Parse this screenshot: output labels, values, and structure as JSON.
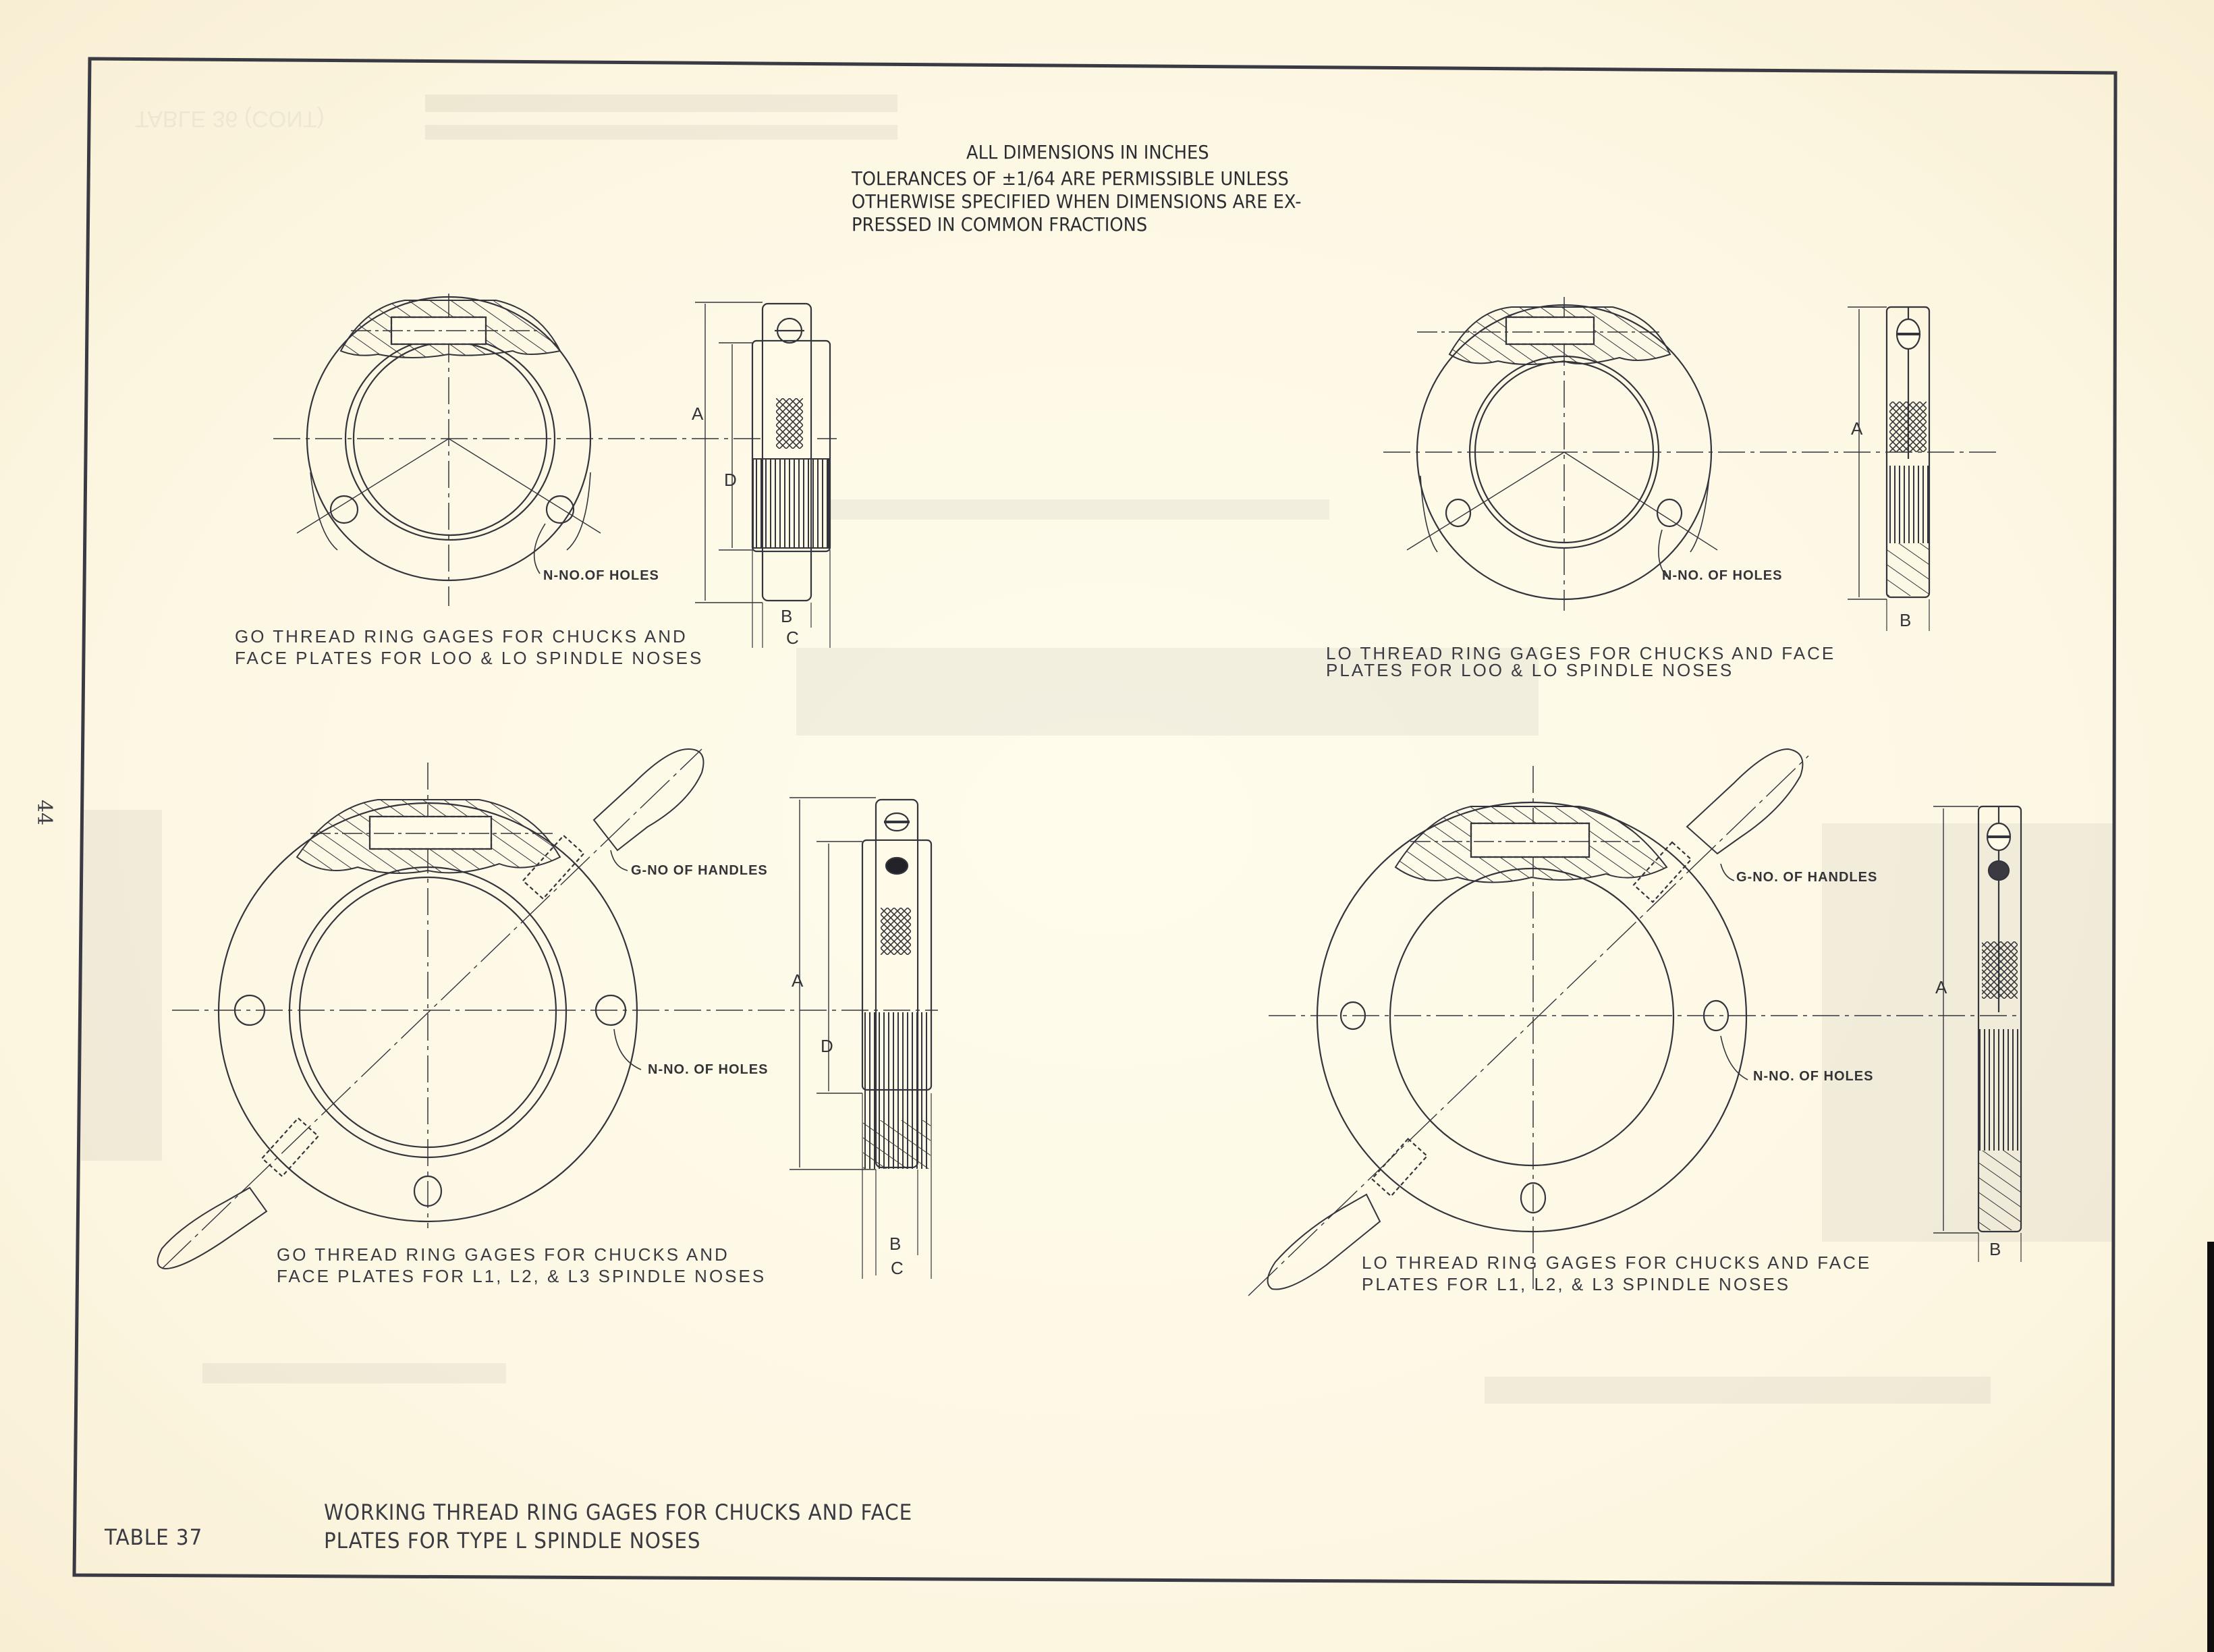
{
  "page": {
    "page_number": "44",
    "background": "#fdf8e6",
    "ink_color": "#34343c"
  },
  "header_note": {
    "line1": "ALL DIMENSIONS IN INCHES",
    "line2": "TOLERANCES OF ±1/64 ARE PERMISSIBLE UNLESS",
    "line3": "OTHERWISE SPECIFIED WHEN DIMENSIONS ARE EX-",
    "line4": "PRESSED IN COMMON FRACTIONS"
  },
  "figures": [
    {
      "id": "go-loo-lo",
      "caption_line1": "GO THREAD RING GAGES FOR CHUCKS AND",
      "caption_line2": "FACE PLATES FOR LOO & LO SPINDLE NOSES",
      "holes_label": "N-NO.OF HOLES",
      "dims": {
        "a": "A",
        "d": "D",
        "b": "B",
        "c": "C"
      }
    },
    {
      "id": "lo-loo-lo",
      "caption_line1": "LO THREAD RING GAGES FOR CHUCKS AND FACE",
      "caption_line2": "PLATES FOR LOO & LO SPINDLE NOSES",
      "holes_label": "N-NO. OF HOLES",
      "dims": {
        "a": "A",
        "b": "B"
      }
    },
    {
      "id": "go-l1-l2-l3",
      "caption_line1": "GO THREAD RING GAGES FOR CHUCKS AND",
      "caption_line2": "FACE PLATES FOR L1, L2, & L3 SPINDLE NOSES",
      "handles_label": "G-NO OF HANDLES",
      "holes_label": "N-NO. OF HOLES",
      "dims": {
        "a": "A",
        "d": "D",
        "b": "B",
        "c": "C"
      }
    },
    {
      "id": "lo-l1-l2-l3",
      "caption_line1": "LO THREAD RING GAGES FOR CHUCKS AND FACE",
      "caption_line2": "PLATES FOR L1, L2, & L3 SPINDLE NOSES",
      "handles_label": "G-NO. OF HANDLES",
      "holes_label": "N-NO. OF HOLES",
      "dims": {
        "a": "A",
        "b": "B"
      }
    }
  ],
  "footer": {
    "table_label": "TABLE 37",
    "title_line1": "WORKING THREAD RING GAGES FOR CHUCKS AND FACE",
    "title_line2": "PLATES FOR TYPE L SPINDLE NOSES"
  }
}
